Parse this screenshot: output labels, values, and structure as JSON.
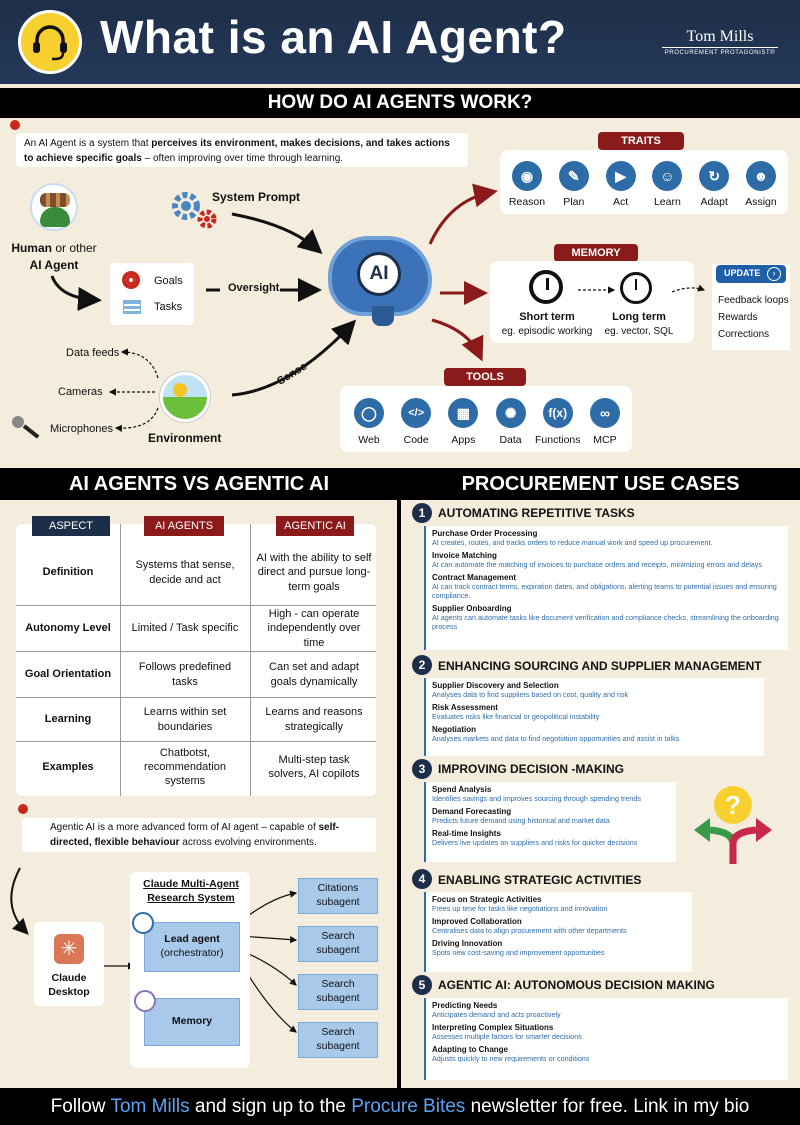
{
  "header": {
    "title": "What is an AI Agent?",
    "brand_name": "Tom Mills",
    "brand_tagline": "PROCUREMENT PROTAGONIST®"
  },
  "how": {
    "band_title": "HOW DO AI AGENTS WORK?",
    "definition_pre": "An AI Agent is a system that ",
    "definition_bold": "perceives its environment, makes decisions, and takes actions to achieve specific goals",
    "definition_post": " – often improving over time through learning.",
    "human_bold": "Human",
    "human_rest": " or other",
    "human_line2": "AI Agent",
    "goals": "Goals",
    "tasks": "Tasks",
    "oversight": "Oversight",
    "system_prompt": "System Prompt",
    "ai_label": "AI",
    "sense": "Sense",
    "environment": "Environment",
    "data_feeds": "Data feeds",
    "cameras": "Cameras",
    "microphones": "Microphones",
    "traits_title": "TRAITS",
    "traits": [
      {
        "label": "Reason",
        "icon": "brain-icon"
      },
      {
        "label": "Plan",
        "icon": "clipboard-icon"
      },
      {
        "label": "Act",
        "icon": "megaphone-icon"
      },
      {
        "label": "Learn",
        "icon": "head-icon"
      },
      {
        "label": "Adapt",
        "icon": "cycle-icon"
      },
      {
        "label": "Assign",
        "icon": "team-icon"
      }
    ],
    "memory_title": "MEMORY",
    "short_term": "Short term",
    "short_term_eg": "eg. episodic working",
    "long_term": "Long term",
    "long_term_eg": "eg. vector, SQL",
    "update_label": "UPDATE",
    "update_items": [
      "Feedback loops",
      "Rewards",
      "Corrections"
    ],
    "tools_title": "TOOLS",
    "tools": [
      {
        "label": "Web",
        "icon": "globe-icon"
      },
      {
        "label": "Code",
        "icon": "code-icon"
      },
      {
        "label": "Apps",
        "icon": "apps-icon"
      },
      {
        "label": "Data",
        "icon": "data-icon"
      },
      {
        "label": "Functions",
        "icon": "function-icon"
      },
      {
        "label": "MCP",
        "icon": "link-icon"
      }
    ]
  },
  "vs": {
    "band_title": "AI AGENTS VS AGENTIC AI",
    "col_aspect": "ASPECT",
    "col_agents": "AI AGENTS",
    "col_agentic": "AGENTIC AI",
    "rows": [
      {
        "aspect": "Definition",
        "agents": "Systems that sense, decide and act",
        "agentic": "AI with the ability to self direct and pursue long-term goals"
      },
      {
        "aspect": "Autonomy Level",
        "agents": "Limited / Task specific",
        "agentic": "High - can operate independently over time"
      },
      {
        "aspect": "Goal Orientation",
        "agents": "Follows predefined tasks",
        "agentic": "Can set and adapt goals dynamically"
      },
      {
        "aspect": "Learning",
        "agents": "Learns within set boundaries",
        "agentic": "Learns and reasons strategically"
      },
      {
        "aspect": "Examples",
        "agents": "Chatbotst, recommendation systems",
        "agentic": "Multi-step task solvers, AI copilots"
      }
    ],
    "agentic_pre": "Agentic AI is a more advanced form of AI agent – capable of ",
    "agentic_bold": "self-directed, flexible behaviour",
    "agentic_post": " across evolving environments.",
    "diagram_title": "Claude Multi-Agent Research System",
    "claude_desktop": "Claude Desktop",
    "lead_agent": "Lead agent",
    "orchestrator": "(orchestrator)",
    "memory": "Memory",
    "subagents": [
      "Citations subagent",
      "Search subagent",
      "Search subagent",
      "Search subagent"
    ]
  },
  "use_cases": {
    "band_title": "PROCUREMENT USE CASES",
    "sections": [
      {
        "num": "1",
        "title": "AUTOMATING REPETITIVE TASKS",
        "items": [
          {
            "t": "Purchase Order Processing",
            "d": "AI creates, routes, and tracks orders to reduce manual work and speed up procurement."
          },
          {
            "t": "Invoice Matching",
            "d": "AI can automate the matching of invoices to purchase orders and receipts, minimizing errors and delays"
          },
          {
            "t": "Contract Management",
            "d": "AI can track contract terms, expiration dates, and obligations, alerting teams to potential issues and ensuring compliance."
          },
          {
            "t": "Supplier Onboarding",
            "d": "AI agents can automate tasks like document verification and compliance checks, streamlining the onboarding process"
          }
        ]
      },
      {
        "num": "2",
        "title": "ENHANCING SOURCING AND SUPPLIER MANAGEMENT",
        "items": [
          {
            "t": "Supplier Discovery and Selection",
            "d": "Analyses data to find suppliers based on cost, quality and risk"
          },
          {
            "t": "Risk Assessment",
            "d": "Evaluates risks like financial or geopolitical instability"
          },
          {
            "t": "Negotiation",
            "d": "Analyses markets and data to find negotiation opportunities and assist in talks"
          }
        ]
      },
      {
        "num": "3",
        "title": "IMPROVING DECISION -MAKING",
        "items": [
          {
            "t": "Spend Analysis",
            "d": "Identifies savings and improves sourcing through spending trends"
          },
          {
            "t": "Demand Forecasting",
            "d": "Predicts future demand using historical and market data"
          },
          {
            "t": "Real-time Insights",
            "d": "Delivers live updates on suppliers and risks for quicker decisions"
          }
        ]
      },
      {
        "num": "4",
        "title": "ENABLING STRATEGIC ACTIVITIES",
        "items": [
          {
            "t": "Focus on Strategic Activities",
            "d": "Frees up time for tasks like negotiations and innovation"
          },
          {
            "t": "Improved Collaboration",
            "d": "Centralises data to align procurement with other departments"
          },
          {
            "t": "Driving Innovation",
            "d": "Spots new cost-saving and improvement opportunities"
          }
        ]
      },
      {
        "num": "5",
        "title": "AGENTIC AI: AUTONOMOUS DECISION MAKING",
        "items": [
          {
            "t": "Predicting Needs",
            "d": "Anticipates demand and acts proactively"
          },
          {
            "t": "Interpreting Complex Situations",
            "d": "Assesses multiple factors for smarter decisions"
          },
          {
            "t": "Adapting to Change",
            "d": "Adjusts quickly to new requirements or conditions"
          }
        ]
      }
    ]
  },
  "footer": {
    "pre": "Follow ",
    "name": "Tom Mills",
    "mid": " and sign up to the ",
    "newsletter": "Procure Bites",
    "post": " newsletter for free. Link in my bio"
  },
  "colors": {
    "navy": "#1d2e48",
    "red": "#8b1a1a",
    "blue": "#2e6ca8",
    "cream": "#f4ecdd"
  }
}
